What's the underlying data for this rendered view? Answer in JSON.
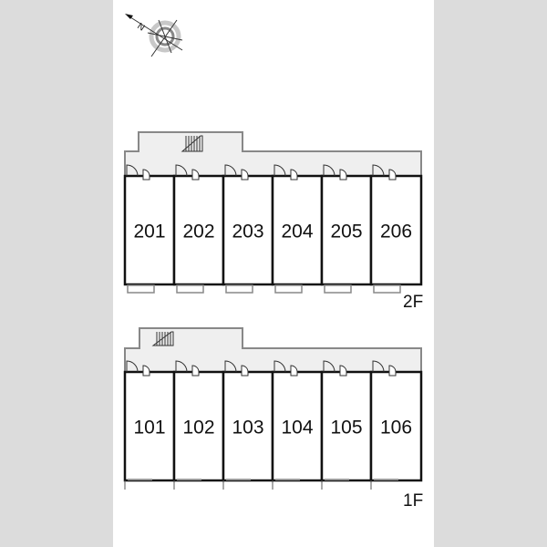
{
  "compass": {
    "north_label": "N",
    "icon": "compass-icon"
  },
  "floors": [
    {
      "label": "2F",
      "units": [
        "201",
        "202",
        "203",
        "204",
        "205",
        "206"
      ]
    },
    {
      "label": "1F",
      "units": [
        "101",
        "102",
        "103",
        "104",
        "105",
        "106"
      ]
    }
  ],
  "colors": {
    "corridor": "#efefef",
    "wall": "#111111",
    "outline": "#888888",
    "background": "#dcdcdc"
  }
}
